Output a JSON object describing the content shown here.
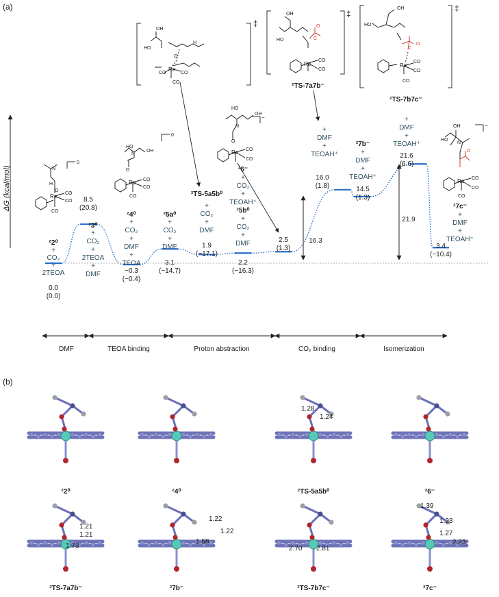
{
  "panel_a_label": "(a)",
  "panel_b_label": "(b)",
  "y_axis_label": "ΔG (kcal/mol)",
  "colors": {
    "level": "#2a6fc9",
    "connector": "#2a6fc9",
    "accent_red": "#d03b2e",
    "teal_text": "#2f4f5f",
    "ruler": "#999999"
  },
  "chart_data": {
    "type": "energy-profile",
    "ylabel": "ΔG (kcal/mol)",
    "states": [
      {
        "id": "s2",
        "label": "²2⁰",
        "energy": "0.0",
        "secondary": "(0.0)",
        "value": 0.0,
        "additions": [
          "+",
          "CO₂",
          "+",
          "2TEOA"
        ]
      },
      {
        "id": "s8",
        "label": "",
        "energy": "8.5",
        "secondary": "(20.8)",
        "value": 8.5,
        "additions": []
      },
      {
        "id": "s4",
        "label": "²4⁰",
        "energy": "−0.3",
        "secondary": "(−0.4)",
        "value": -0.3,
        "additions": [
          "+",
          "CO₂",
          "+",
          "DMF",
          "+",
          "TEOA"
        ]
      },
      {
        "id": "s5a",
        "label": "²5a⁰",
        "energy": "3.1",
        "secondary": "(−14.7)",
        "value": 3.1,
        "additions": [
          "+",
          "CO₂",
          "+",
          "DMF"
        ]
      },
      {
        "id": "sTS5",
        "label": "²TS-5a5b⁰",
        "energy": "1.9",
        "secondary": "(−17.1)",
        "value": 1.9,
        "additions": [
          "+",
          "CO₂",
          "+",
          "DMF"
        ]
      },
      {
        "id": "s5b",
        "label": "²5b⁰",
        "energy": "2.2",
        "secondary": "(−16.3)",
        "value": 2.2,
        "additions": [
          "+",
          "CO₂",
          "+",
          "DMF"
        ]
      },
      {
        "id": "s6",
        "label": "²6⁻",
        "energy": "2.5",
        "secondary": "(1.3)",
        "value": 2.5,
        "additions": [
          "+",
          "CO₂",
          "+",
          "TEOAH⁺"
        ]
      },
      {
        "id": "sTS7a",
        "label": "²TS-7a7b⁻",
        "energy": "16.0",
        "secondary": "(1.8)",
        "value": 16.0,
        "additions": [
          "+",
          "DMF",
          "+",
          "TEOAH⁺"
        ]
      },
      {
        "id": "s7b",
        "label": "²7b⁻",
        "energy": "14.5",
        "secondary": "(1.3)",
        "value": 14.5,
        "additions": [
          "+",
          "DMF",
          "+",
          "TEOAH⁺"
        ]
      },
      {
        "id": "sTS7b",
        "label": "²TS-7b7c⁻",
        "energy": "21.6",
        "secondary": "(6.6)",
        "value": 21.6,
        "additions": [
          "+",
          "DMF",
          "+",
          "TEOAH⁺"
        ]
      },
      {
        "id": "s7c",
        "label": "²7c⁻",
        "energy": "3.4",
        "secondary": "(−10.4)",
        "value": 3.4,
        "additions": [
          "+",
          "DMF",
          "+",
          "TEOAH⁺"
        ]
      }
    ],
    "s3": {
      "label": "²3⁰",
      "additions": [
        "+",
        "CO₂",
        "+",
        "2TEOA",
        "+",
        "DMF"
      ]
    },
    "barriers": [
      "16.3",
      "21.9"
    ],
    "stages": [
      "DMF",
      "TEOA binding",
      "Proton abstraction",
      "CO₂ binding",
      "Isomerization"
    ],
    "charges": [
      "0",
      "0",
      "−",
      "−",
      "‡",
      "‡",
      "‡"
    ]
  },
  "structures_b": {
    "row1": [
      "²2⁰",
      "²4⁰",
      "²TS-5a5b⁰",
      "²6⁻"
    ],
    "row2": [
      "²TS-7a7b⁻",
      "²7b⁻",
      "²TS-7b7c⁻",
      "²7c⁻"
    ],
    "distances": {
      "ts5": [
        "1.28",
        "1.24"
      ],
      "ts7a": [
        "1.21",
        "1.21",
        "1.73"
      ],
      "b7": [
        "1.22",
        "1.22",
        "1.58"
      ],
      "ts7b": [
        "2.70",
        "2.81"
      ],
      "c7": [
        "1.39",
        "1.23",
        "1.27",
        "2.23"
      ]
    }
  },
  "sketch_labels": {
    "re": "Re",
    "co": "CO",
    "ho": "HO",
    "oh": "OH",
    "n": "N",
    "o": "O",
    "c": "C",
    "h": "H"
  }
}
